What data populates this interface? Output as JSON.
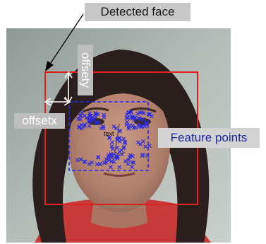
{
  "annotations": {
    "detected_face_label": "Detected face",
    "offsetx_label": "offsetx",
    "offsety_label": "offsety",
    "feature_points_label": "Feature points",
    "text_marker": "text"
  },
  "colors": {
    "face_box": "#e02020",
    "feature_box": "#2a2ae0",
    "feature_points": "#2a2ae0",
    "offset_arrows": "#ffffff",
    "label_background": "#bdbdbd",
    "feature_label_text": "#1a2aa6"
  },
  "icons": {
    "pointer_arrow": "black-diagonal-arrow",
    "offset_arrows": "white-double-headed-arrow"
  }
}
